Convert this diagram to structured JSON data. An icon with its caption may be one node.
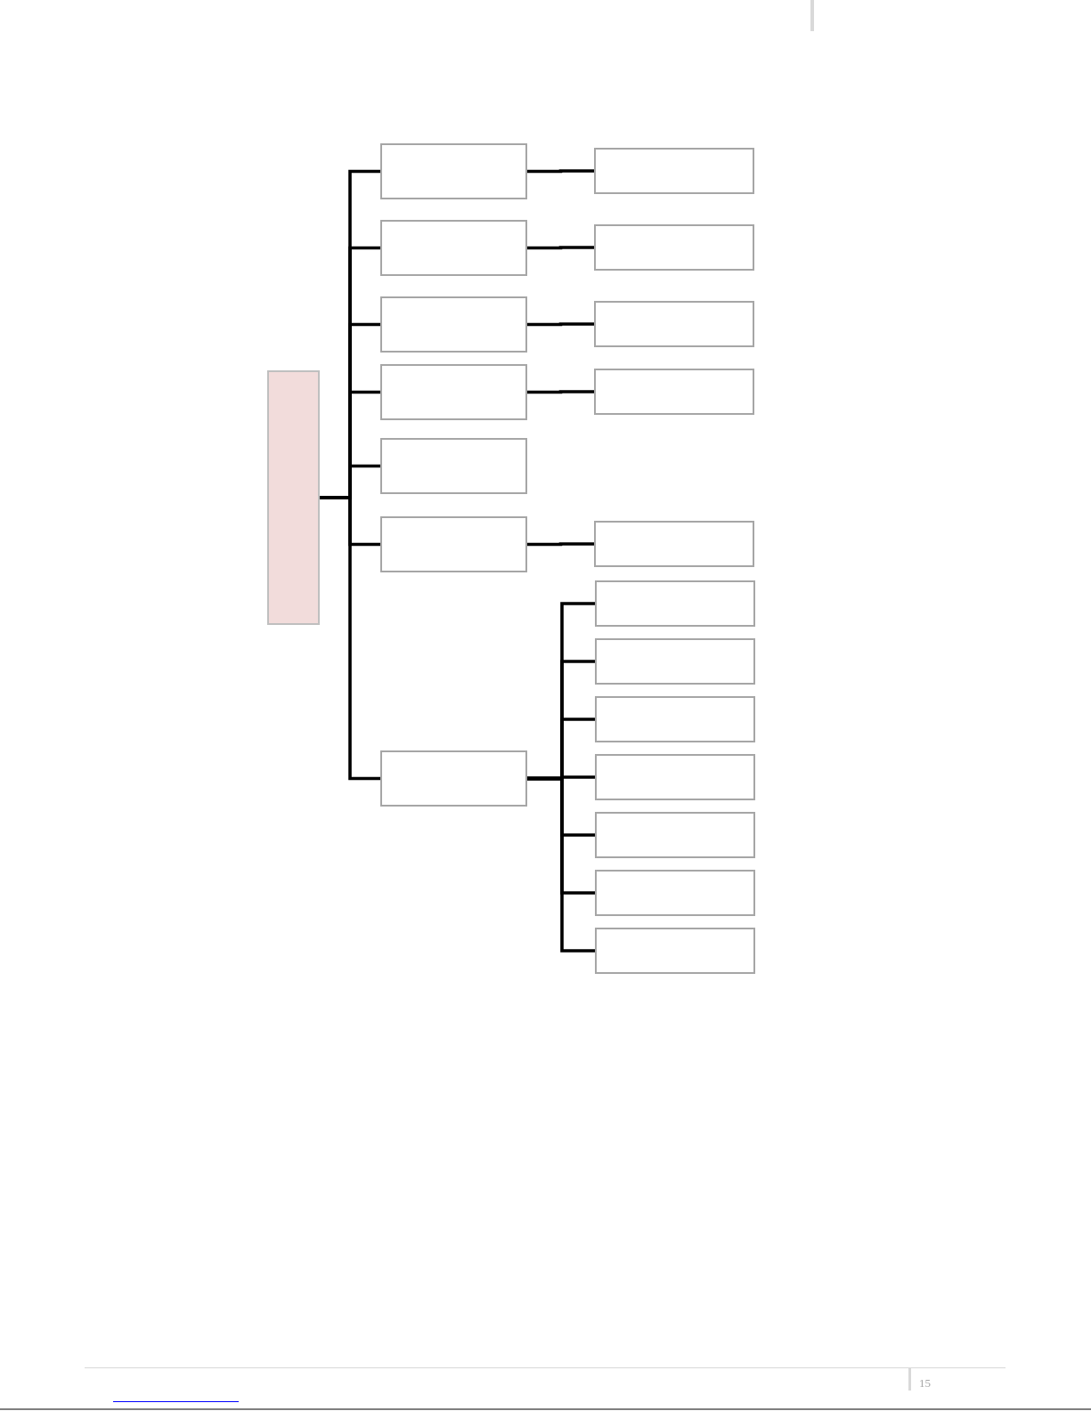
{
  "diagram": {
    "nodes": [
      {
        "text": [],
        "shape": "box"
      },
      {
        "text": [],
        "shape": "box"
      },
      {
        "text": [],
        "shape": "box"
      },
      {
        "text": [],
        "shape": "box"
      },
      {
        "text": [],
        "shape": "box"
      },
      {
        "text": [],
        "shape": "box"
      },
      {
        "text": [],
        "shape": "box"
      },
      {
        "text": [],
        "shape": "box"
      },
      {
        "text": [],
        "shape": "box"
      },
      {
        "text": [],
        "shape": "box"
      },
      {
        "text": [],
        "shape": "box"
      },
      {
        "text": [],
        "shape": "box"
      },
      {
        "text": [],
        "shape": "box"
      },
      {
        "text": [],
        "shape": "box"
      },
      {
        "text": [],
        "shape": "box"
      },
      {
        "text": [],
        "shape": "box"
      },
      {
        "text": [],
        "shape": "box"
      },
      {
        "text": [],
        "shape": "box"
      },
      {
        "text": [],
        "shape": "box"
      },
      {
        "text": [],
        "shape": "box"
      }
    ],
    "edges": [
      {
        "from": 0,
        "to": 1,
        "arrow": "none"
      },
      {
        "from": 0,
        "to": 2,
        "arrow": "none"
      },
      {
        "from": 0,
        "to": 3,
        "arrow": "none"
      },
      {
        "from": 0,
        "to": 4,
        "arrow": "none"
      },
      {
        "from": 0,
        "to": 5,
        "arrow": "none"
      },
      {
        "from": 0,
        "to": 6,
        "arrow": "none"
      },
      {
        "from": 0,
        "to": 7,
        "arrow": "none"
      },
      {
        "from": 1,
        "to": 8,
        "arrow": "none"
      },
      {
        "from": 2,
        "to": 9,
        "arrow": "none"
      },
      {
        "from": 3,
        "to": 10,
        "arrow": "none"
      },
      {
        "from": 4,
        "to": 11,
        "arrow": "none"
      },
      {
        "from": 6,
        "to": 12,
        "arrow": "none"
      },
      {
        "from": 7,
        "to": 13,
        "arrow": "none"
      },
      {
        "from": 7,
        "to": 14,
        "arrow": "none"
      },
      {
        "from": 7,
        "to": 15,
        "arrow": "none"
      },
      {
        "from": 7,
        "to": 16,
        "arrow": "none"
      },
      {
        "from": 7,
        "to": 17,
        "arrow": "none"
      },
      {
        "from": 7,
        "to": 18,
        "arrow": "none"
      },
      {
        "from": 7,
        "to": 19,
        "arrow": "none"
      }
    ],
    "labels": [
      "15"
    ]
  }
}
